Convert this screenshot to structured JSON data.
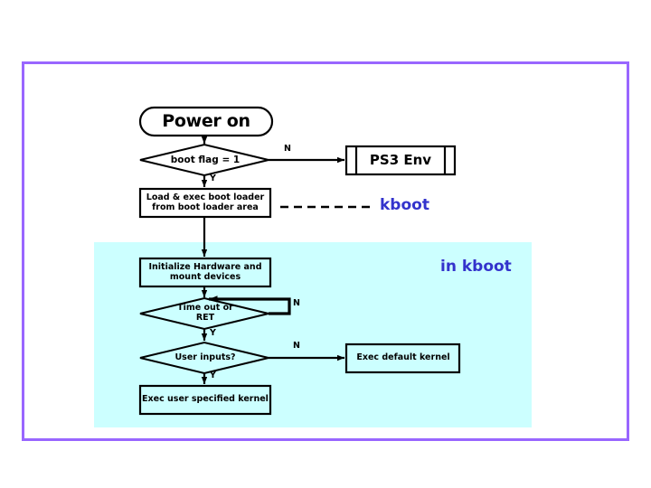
{
  "page": {
    "background_color": "#ffffff",
    "frame_color": "#9966ff",
    "region_color": "#ccffff",
    "accent_text_color": "#3333cc",
    "stroke_color": "#000000"
  },
  "flowchart": {
    "title": "PS3 boot / kboot flow",
    "nodes": [
      {
        "id": "power-on",
        "shape": "terminator",
        "label": "Power on"
      },
      {
        "id": "boot-flag",
        "shape": "decision",
        "label": "boot flag = 1"
      },
      {
        "id": "ps3-env",
        "shape": "predefined-process",
        "label": "PS3 Env"
      },
      {
        "id": "load-exec",
        "shape": "process",
        "label": "Load & exec boot loader\nfrom boot loader area"
      },
      {
        "id": "init-hw",
        "shape": "process",
        "label": "Initialize Hardware and\nmount devices"
      },
      {
        "id": "time-out",
        "shape": "decision",
        "label": "Time out or\nRET"
      },
      {
        "id": "user-inputs",
        "shape": "decision",
        "label": "User inputs?"
      },
      {
        "id": "exec-default",
        "shape": "process",
        "label": "Exec default kernel"
      },
      {
        "id": "exec-user",
        "shape": "process",
        "label": "Exec user specified kernel"
      }
    ],
    "edge_labels": {
      "boot_flag_no": "N",
      "boot_flag_yes": "Y",
      "time_out_no": "N",
      "time_out_yes": "Y",
      "user_inputs_no": "N",
      "user_inputs_yes": "Y"
    },
    "annotations": [
      {
        "id": "kboot-callout",
        "label": "kboot",
        "style": "dashed-leader"
      },
      {
        "id": "in-kboot-callout",
        "label": "in kboot",
        "style": "plain"
      }
    ]
  }
}
